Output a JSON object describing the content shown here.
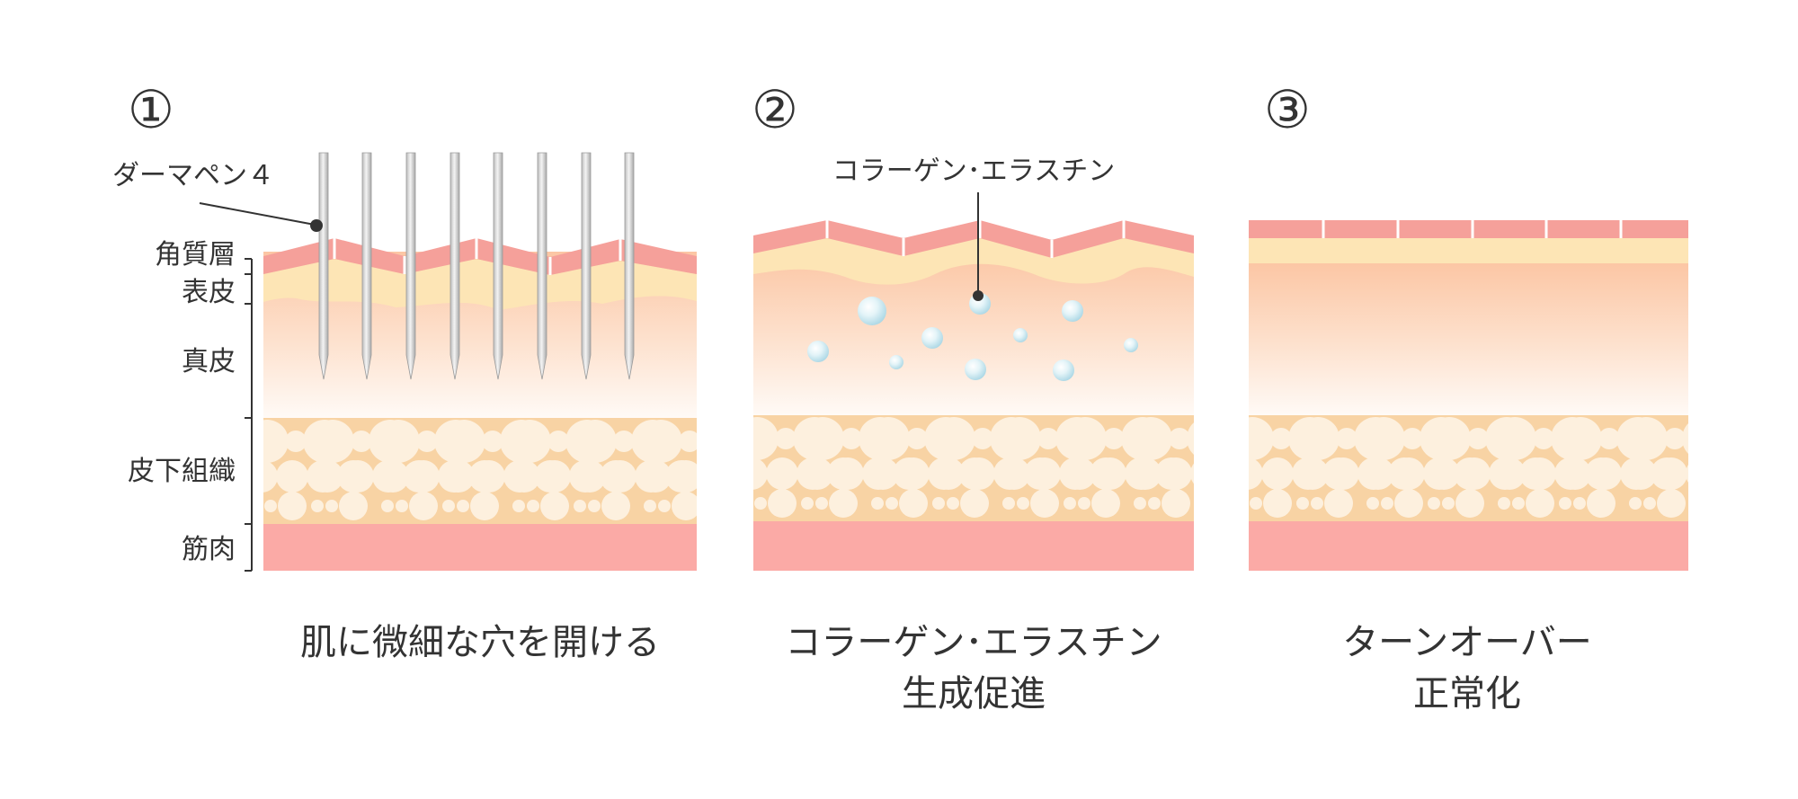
{
  "panels": [
    {
      "number": "①",
      "caption_lines": [
        "肌に微細な穴を開ける"
      ],
      "callout": "ダーマペン４",
      "layer_labels": [
        "角質層",
        "表皮",
        "真皮",
        "皮下組織",
        "筋肉"
      ]
    },
    {
      "number": "②",
      "caption_lines": [
        "コラーゲン･エラスチン",
        "生成促進"
      ],
      "callout": "コラーゲン･エラスチン"
    },
    {
      "number": "③",
      "caption_lines": [
        "ターンオーバー",
        "正常化"
      ]
    }
  ],
  "colors": {
    "stratum_corneum": "#f5a09a",
    "epidermis": "#fde5b5",
    "dermis_top": "#fcc9a8",
    "dermis_bottom": "#fff8f4",
    "subcutaneous": "#f8d3a4",
    "fat_cell": "#fdf0de",
    "muscle": "#fbaaa6",
    "text": "#333333"
  }
}
